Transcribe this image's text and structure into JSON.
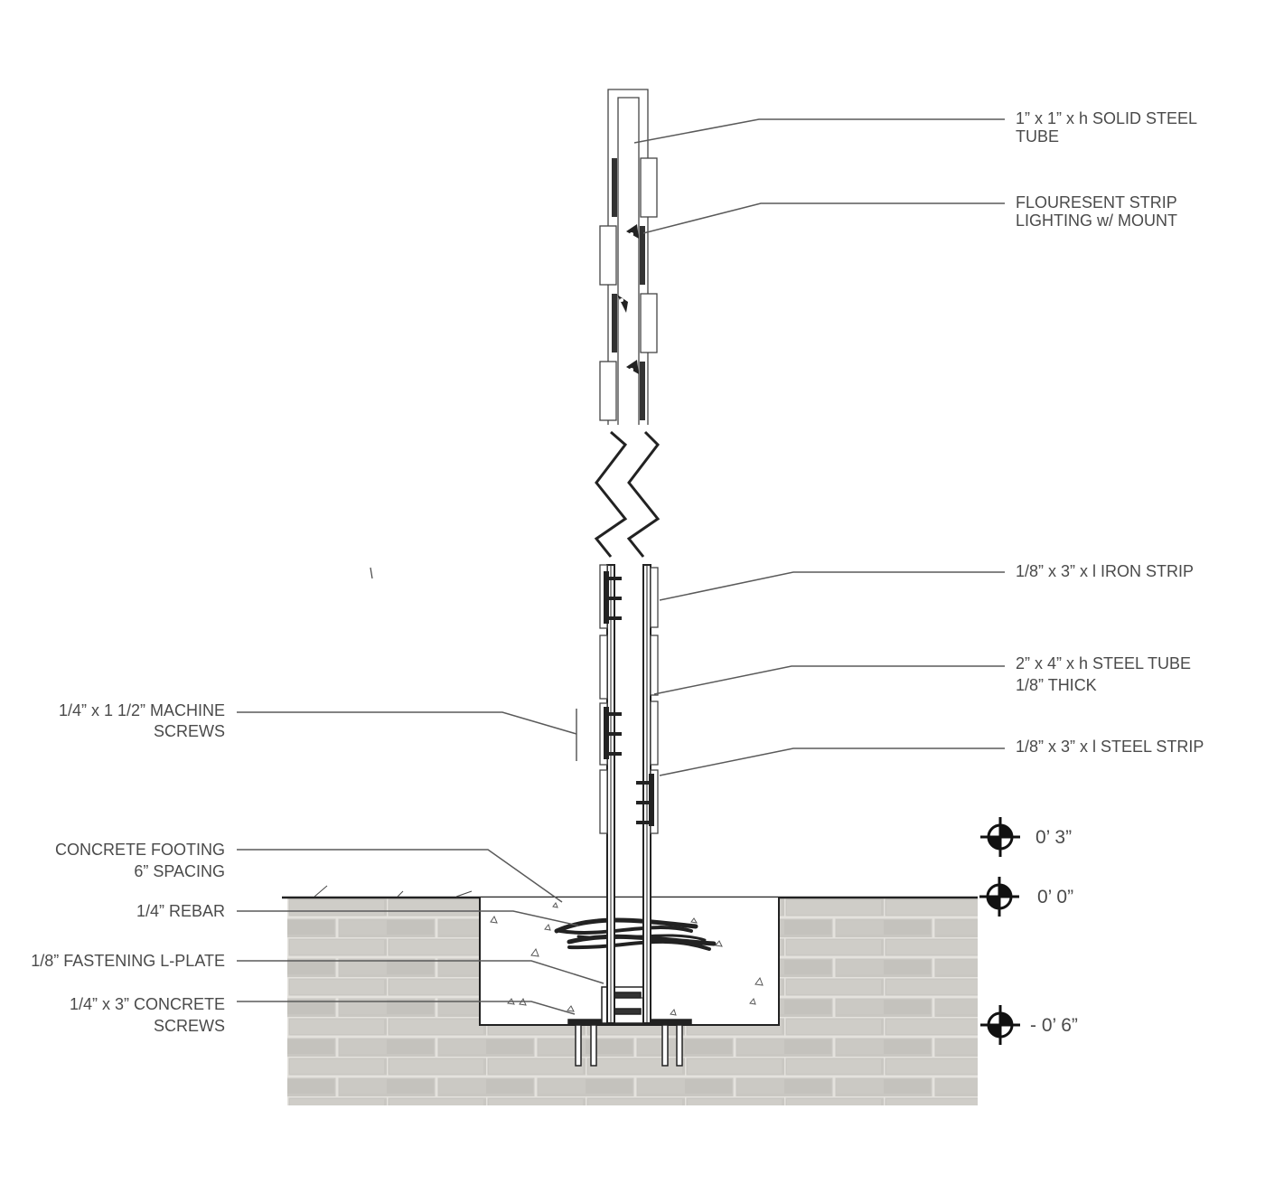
{
  "labels": {
    "solid_tube_1": "1” x 1” x h SOLID STEEL",
    "solid_tube_2": "TUBE",
    "lighting_1": "FLOURESENT STRIP",
    "lighting_2": "LIGHTING w/ MOUNT",
    "iron_strip": "1/8” x 3” x l IRON STRIP",
    "steel_tube_1": "2” x 4” x h STEEL TUBE",
    "steel_tube_2": "1/8” THICK",
    "steel_strip": "1/8” x 3” x l STEEL STRIP",
    "machine_screws_1": "1/4” x 1 1/2” MACHINE",
    "machine_screws_2": "SCREWS",
    "footing_1": "CONCRETE FOOTING",
    "footing_2": "6” SPACING",
    "rebar": "1/4” REBAR",
    "l_plate": "1/8” FASTENING L-PLATE",
    "concrete_screws_1": "1/4” x 3” CONCRETE",
    "concrete_screws_2": "SCREWS"
  },
  "elevations": {
    "plus_3": "0’ 3”",
    "zero": "0’ 0”",
    "minus_6": "- 0’ 6”"
  },
  "colors": {
    "ground": "#c9c7c2",
    "mortar": "#e6e4df",
    "line": "#222222",
    "text": "#4a4a4a"
  }
}
